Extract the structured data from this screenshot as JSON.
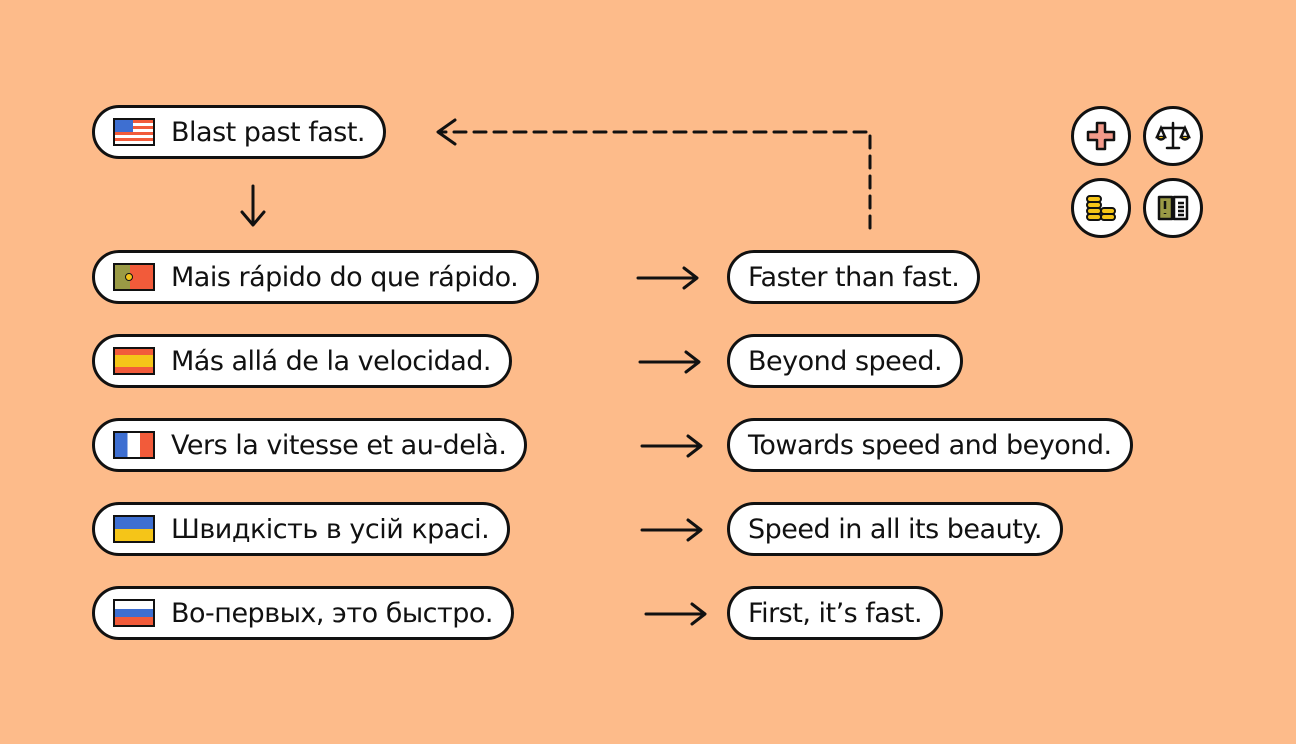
{
  "source": {
    "text": "Blast past fast.",
    "flag": "us-flag"
  },
  "rows": [
    {
      "original": "Mais rápido do que rápido.",
      "flag": "portugal-flag",
      "translation": "Faster than fast."
    },
    {
      "original": "Más allá de la velocidad.",
      "flag": "spain-flag",
      "translation": "Beyond speed."
    },
    {
      "original": "Vers la vitesse et au-delà.",
      "flag": "france-flag",
      "translation": "Towards speed and beyond."
    },
    {
      "original": "Швидкість в усій красі.",
      "flag": "ukraine-flag",
      "translation": "Speed in all its beauty."
    },
    {
      "original": "Во-первых, это быстро.",
      "flag": "russia-flag",
      "translation": "First, it’s fast."
    }
  ],
  "icons": [
    "medical-cross-icon",
    "scales-icon",
    "coins-icon",
    "book-icon"
  ],
  "colors": {
    "background": "#fdbb8a",
    "red": "#f25b3a",
    "olive": "#9a9a45",
    "blue": "#3e6fd1",
    "yellow": "#f5c518"
  }
}
